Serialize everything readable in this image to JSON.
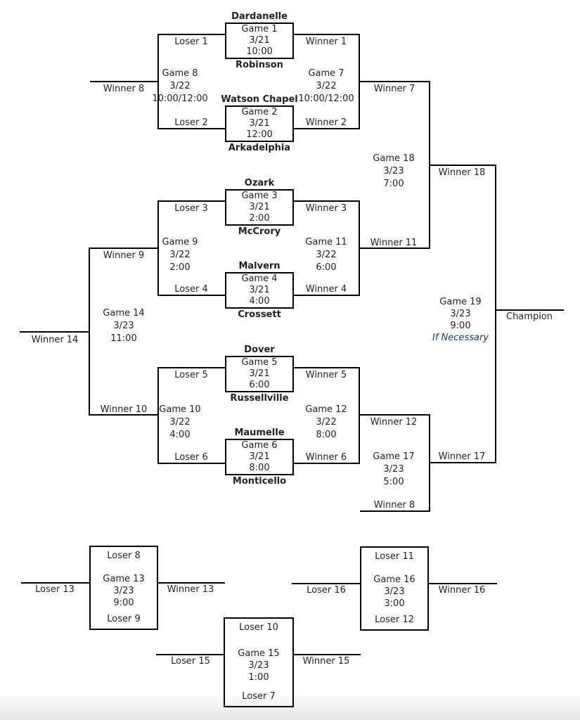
{
  "colors": {
    "text": "#1f1f1f",
    "line": "#000000",
    "if_necessary": "#1f3864"
  },
  "teams": {
    "t1": "Dardanelle",
    "t2": "Robinson",
    "t3": "Watson Chapel",
    "t4": "Arkadelphia",
    "t5": "Ozark",
    "t6": "McCrory",
    "t7": "Malvern",
    "t8": "Crossett",
    "t9": "Dover",
    "t10": "Russellville",
    "t11": "Maumelle",
    "t12": "Monticello"
  },
  "games": {
    "g1": {
      "title": "Game 1",
      "date": "3/21",
      "time": "10:00"
    },
    "g2": {
      "title": "Game 2",
      "date": "3/21",
      "time": "12:00"
    },
    "g3": {
      "title": "Game 3",
      "date": "3/21",
      "time": "2:00"
    },
    "g4": {
      "title": "Game 4",
      "date": "3/21",
      "time": "4:00"
    },
    "g5": {
      "title": "Game 5",
      "date": "3/21",
      "time": "6:00"
    },
    "g6": {
      "title": "Game 6",
      "date": "3/21",
      "time": "8:00"
    },
    "g7": {
      "title": "Game 7",
      "date": "3/22",
      "time": "10:00/12:00"
    },
    "g8": {
      "title": "Game 8",
      "date": "3/22",
      "time": "10:00/12:00"
    },
    "g9": {
      "title": "Game 9",
      "date": "3/22",
      "time": "2:00"
    },
    "g10": {
      "title": "Game 10",
      "date": "3/22",
      "time": "4:00"
    },
    "g11": {
      "title": "Game 11",
      "date": "3/22",
      "time": "6:00"
    },
    "g12": {
      "title": "Game 12",
      "date": "3/22",
      "time": "8:00"
    },
    "g13": {
      "title": "Game 13",
      "date": "3/23",
      "time": "9:00",
      "top": "Loser 8",
      "bottom": "Loser 9",
      "left": "Loser 13",
      "right": "Winner 13"
    },
    "g14": {
      "title": "Game 14",
      "date": "3/23",
      "time": "11:00"
    },
    "g15": {
      "title": "Game 15",
      "date": "3/23",
      "time": "1:00",
      "top": "Loser 10",
      "bottom": "Loser 7",
      "left": "Loser 15",
      "right": "Winner 15"
    },
    "g16": {
      "title": "Game 16",
      "date": "3/23",
      "time": "3:00",
      "top": "Loser 11",
      "bottom": "Loser 12",
      "left": "Loser 16",
      "right": "Winner 16"
    },
    "g17": {
      "title": "Game 17",
      "date": "3/23",
      "time": "5:00"
    },
    "g18": {
      "title": "Game 18",
      "date": "3/23",
      "time": "7:00"
    },
    "g19": {
      "title": "Game 19",
      "date": "3/23",
      "time": "9:00",
      "note": "If Necessary"
    }
  },
  "slots": {
    "loser1": "Loser 1",
    "winner1": "Winner 1",
    "loser2": "Loser 2",
    "winner2": "Winner 2",
    "loser3": "Loser 3",
    "winner3": "Winner 3",
    "loser4": "Loser 4",
    "winner4": "Winner 4",
    "loser5": "Loser 5",
    "winner5": "Winner 5",
    "loser6": "Loser 6",
    "winner6": "Winner 6",
    "winner7": "Winner 7",
    "winner8": "Winner 8",
    "winner9": "Winner 9",
    "winner10": "Winner 10",
    "winner11": "Winner 11",
    "winner12": "Winner 12",
    "winner14": "Winner 14",
    "winner17": "Winner 17",
    "winner18": "Winner 18",
    "winner8_feed": "Winner 8",
    "champion": "Champion"
  }
}
